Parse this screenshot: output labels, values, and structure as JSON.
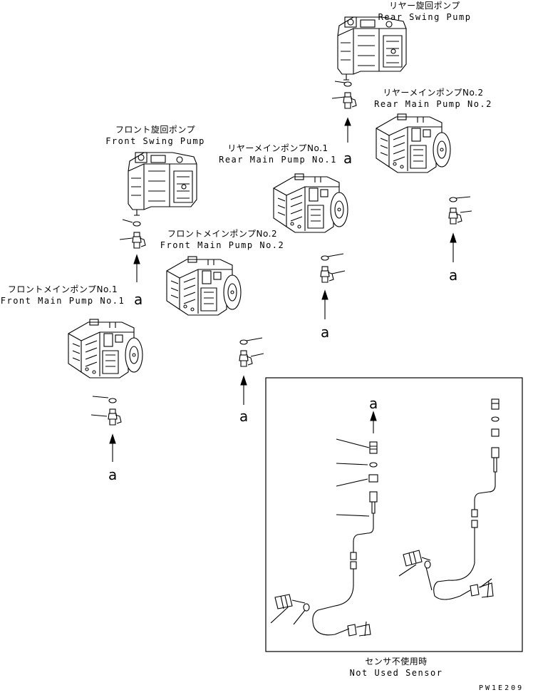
{
  "labels": {
    "rear_swing": {
      "ja": "リヤー旋回ポンプ",
      "en": "Rear Swing Pump"
    },
    "rear_main_2": {
      "ja": "リヤーメインポンプNo.2",
      "en": "Rear Main Pump No.2"
    },
    "front_swing": {
      "ja": "フロント旋回ポンプ",
      "en": "Front Swing Pump"
    },
    "rear_main_1": {
      "ja": "リヤーメインポンプNo.1",
      "en": "Rear Main Pump No.1"
    },
    "front_main_2": {
      "ja": "フロントメインポンプNo.2",
      "en": "Front Main Pump No.2"
    },
    "front_main_1": {
      "ja": "フロントメインポンプNo.1",
      "en": "Front Main Pump No.1"
    },
    "sensor": {
      "ja": "センサ不使用時",
      "en": "Not Used Sensor"
    }
  },
  "marker": "a",
  "code": "PW1E209"
}
